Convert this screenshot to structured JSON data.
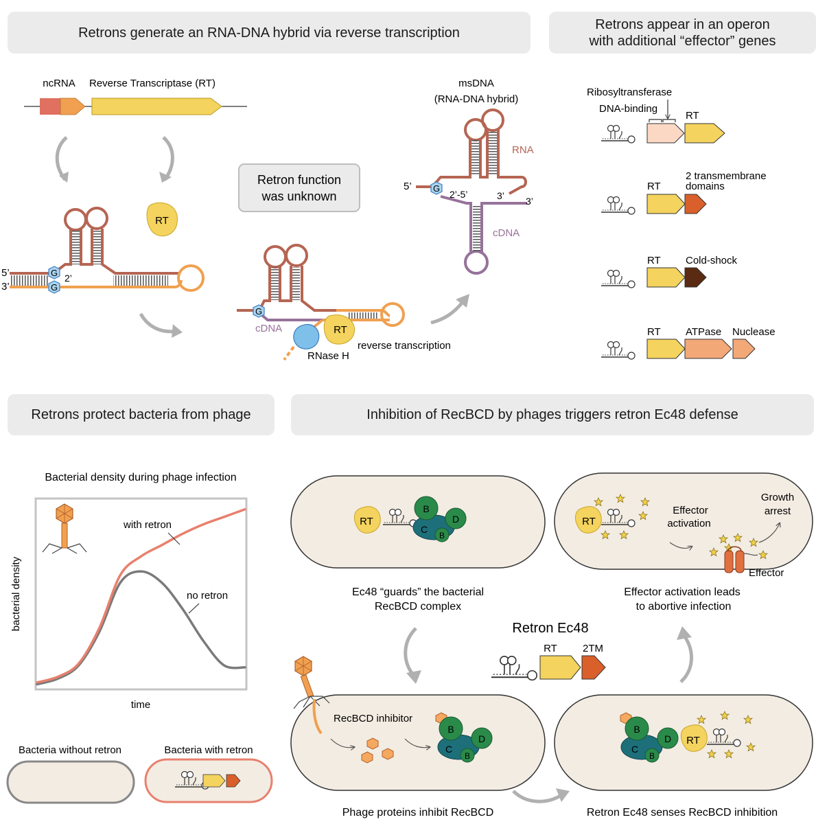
{
  "panels": {
    "retron_rt": "Retrons generate an RNA-DNA hybrid via reverse transcription",
    "operon": {
      "line1": "Retrons appear in an operon",
      "line2": "with additional “effector” genes"
    },
    "protect": "Retrons protect bacteria from phage",
    "recbcd": "Inhibition of RecBCD by phages triggers retron Ec48 defense"
  },
  "rt_panel": {
    "ncrna": "ncRNA",
    "rt_gene": "Reverse Transcriptase (RT)",
    "rt": "RT",
    "five_prime": "5’",
    "three_prime": "3’",
    "g": "G",
    "two_prime": "2’",
    "unknown_line1": "Retron function",
    "unknown_line2": "was unknown",
    "cdna": "cDNA",
    "rnase_h": "RNase H",
    "reverse_transcription": "reverse transcription",
    "msdna_line1": "msDNA",
    "msdna_line2": "(RNA-DNA  hybrid)",
    "rna": "RNA",
    "linkage": "2’-5’"
  },
  "operon_panel": {
    "ribosyltransferase": "Ribosyltransferase",
    "dna_binding": "DNA-binding",
    "rt": "RT",
    "tm_line1": "2 transmembrane",
    "tm_line2": "domains",
    "cold_shock": "Cold-shock",
    "atpase": "ATPase",
    "nuclease": "Nuclease"
  },
  "protect_panel": {
    "plot_title": "Bacterial density during phage infection",
    "ylabel": "bacterial density",
    "xlabel": "time",
    "without_label": "Bacteria without retron",
    "with_label": "Bacteria with retron"
  },
  "chart_data": {
    "type": "line",
    "title": "Bacterial density during phage infection",
    "xlabel": "time",
    "ylabel": "bacterial density",
    "series": [
      {
        "name": "with retron",
        "color": "#e8806e",
        "x": [
          0,
          10,
          20,
          30,
          40,
          50,
          60,
          70,
          80,
          90,
          100
        ],
        "y": [
          3,
          6,
          13,
          32,
          60,
          70,
          76,
          82,
          87,
          91,
          95
        ]
      },
      {
        "name": "no retron",
        "color": "#7a7a7a",
        "x": [
          0,
          10,
          20,
          30,
          40,
          50,
          60,
          70,
          80,
          90,
          100
        ],
        "y": [
          2,
          5,
          12,
          30,
          56,
          62,
          56,
          42,
          25,
          12,
          11
        ]
      }
    ]
  },
  "recbcd_panel": {
    "rt": "RT",
    "b": "B",
    "c": "C",
    "d": "D",
    "effector_activation_line1": "Effector",
    "effector_activation_line2": "activation",
    "growth_line1": "Growth",
    "growth_line2": "arrest",
    "effector": "Effector",
    "guards_line1": "Ec48 “guards” the bacterial",
    "guards_line2": "RecBCD complex",
    "abortive_line1": "Effector activation leads",
    "abortive_line2": "to abortive infection",
    "retron_ec48": "Retron Ec48",
    "tm2": "2TM",
    "recbcd_inhibitor": "RecBCD inhibitor",
    "caption_inhibit": "Phage proteins inhibit RecBCD",
    "caption_senses": "Retron Ec48 senses RecBCD inhibition"
  },
  "colors": {
    "rna": "#b56553",
    "cdna": "#96729a",
    "rt_gene": "#f4d35e",
    "ncrna_red": "#e07060",
    "ncrna_orange": "#f0a050",
    "effector_orange": "#d9602a",
    "coldshock_brown": "#5a2a12",
    "atpase_peach": "#f3a878",
    "cell_fill": "#f3ece2",
    "recb_green": "#2a8a4a",
    "recc_teal": "#1d6f7a"
  }
}
